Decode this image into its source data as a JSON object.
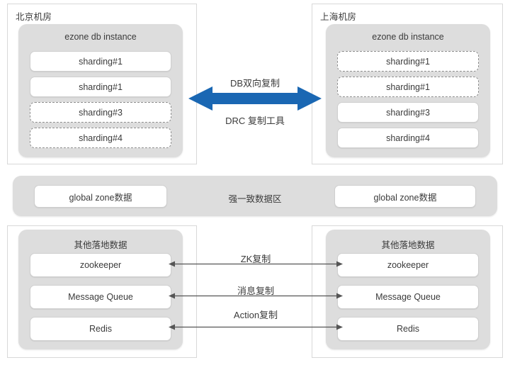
{
  "colors": {
    "arrow_blue": "#1A67B3",
    "group_grey": "#DDDDDD",
    "panel_border": "#D8D8D8",
    "thin_arrow": "#555555",
    "text": "#3B3B3B"
  },
  "top": {
    "left_panel": {
      "title": "北京机房",
      "group": {
        "title": "ezone db instance",
        "items": [
          {
            "label": "sharding#1",
            "style": "solid"
          },
          {
            "label": "sharding#1",
            "style": "solid"
          },
          {
            "label": "sharding#3",
            "style": "dashed"
          },
          {
            "label": "sharding#4",
            "style": "dashed"
          }
        ]
      }
    },
    "right_panel": {
      "title": "上海机房",
      "group": {
        "title": "ezone db instance",
        "items": [
          {
            "label": "sharding#1",
            "style": "dashed"
          },
          {
            "label": "sharding#1",
            "style": "dashed"
          },
          {
            "label": "sharding#3",
            "style": "solid"
          },
          {
            "label": "sharding#4",
            "style": "solid"
          }
        ]
      }
    },
    "center": {
      "label_above": "DB双向复制",
      "label_below": "DRC 复制工具",
      "arrow_type": "double-headed-horizontal"
    }
  },
  "middle": {
    "center_label": "强一致数据区",
    "left_box": "global zone数据",
    "right_box": "global zone数据"
  },
  "bottom": {
    "left_panel": {
      "group": {
        "title": "其他落地数据",
        "items": [
          {
            "label": "zookeeper"
          },
          {
            "label": "Message Queue"
          },
          {
            "label": "Redis"
          }
        ]
      }
    },
    "right_panel": {
      "group": {
        "title": "其他落地数据",
        "items": [
          {
            "label": "zookeeper"
          },
          {
            "label": "Message Queue"
          },
          {
            "label": "Redis"
          }
        ]
      }
    },
    "center_labels": [
      "ZK复制",
      "消息复制",
      "Action复制"
    ]
  }
}
